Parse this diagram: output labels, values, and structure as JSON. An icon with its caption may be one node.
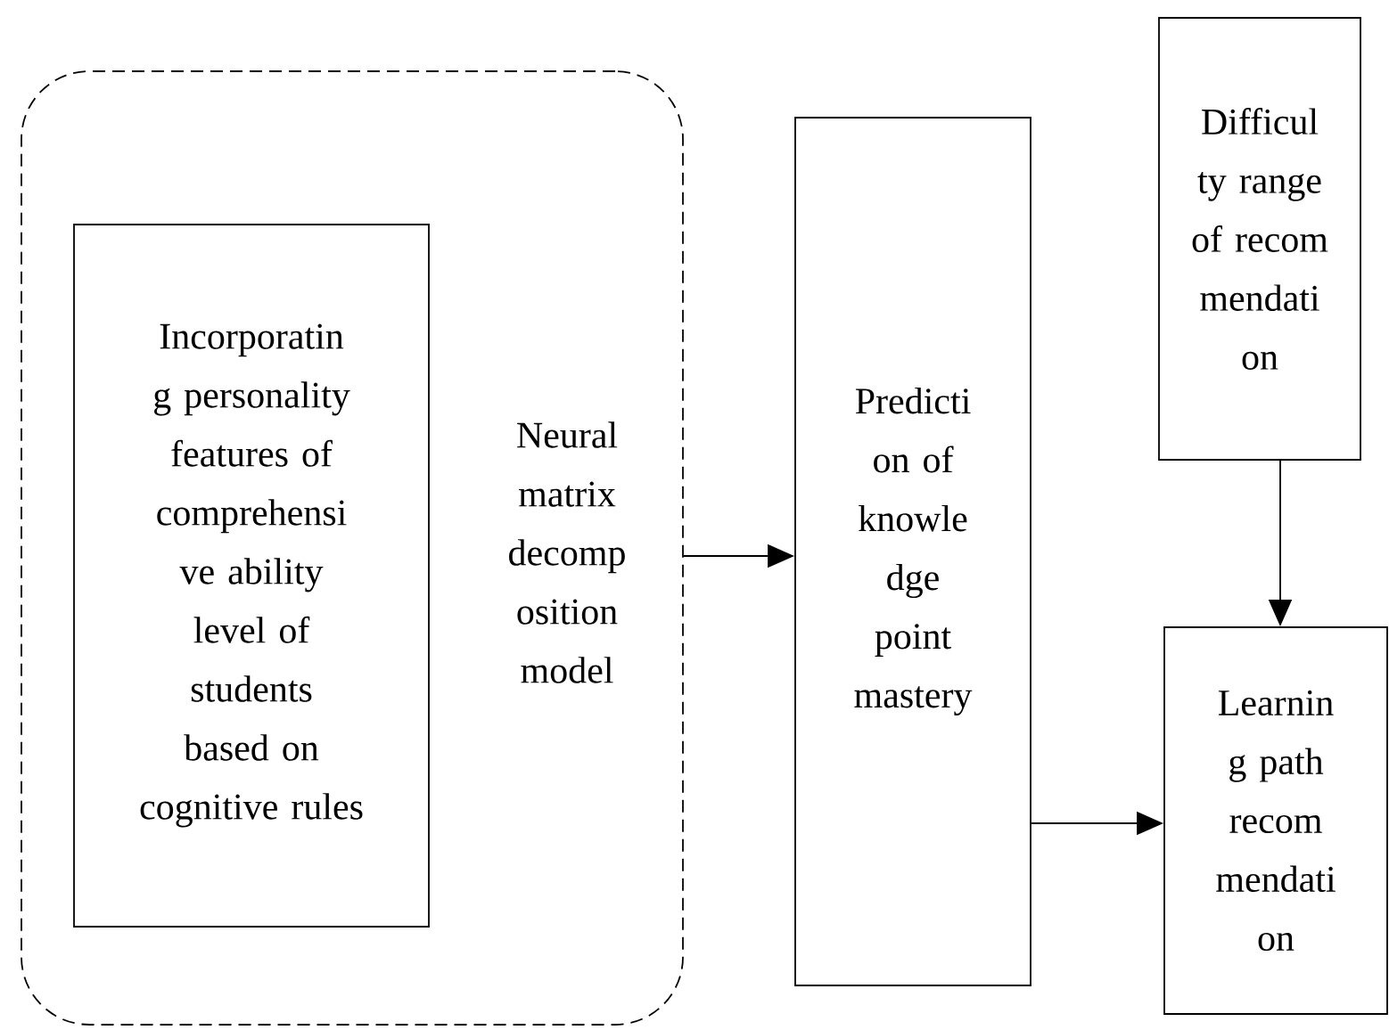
{
  "diagram": {
    "nodes": [
      {
        "text": [
          "Neural matrix decomp osition model"
        ]
      },
      {
        "text": [
          "Incorporatin g personality features of comprehensi ve ability level of students based on cognitive rules"
        ],
        "in": 0
      },
      {
        "text": [
          "Predicti on of knowle dge point mastery"
        ]
      },
      {
        "text": [
          "Difficul ty range of recom mendati on"
        ]
      },
      {
        "text": [
          "Learnin g path recom mendati on"
        ]
      }
    ],
    "edges": [
      {
        "from": 0,
        "to": 2,
        "arrow": "to"
      },
      {
        "from": 3,
        "to": 4,
        "arrow": "to"
      },
      {
        "from": 2,
        "to": 4,
        "arrow": "to"
      }
    ]
  }
}
